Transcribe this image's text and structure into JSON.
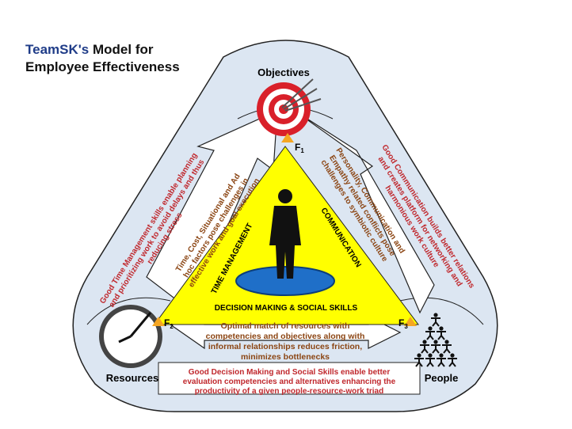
{
  "title": {
    "brand": "TeamSK's",
    "line1_rest": " Model for",
    "line2": "Employee Effectiveness"
  },
  "nodes": {
    "objectives": "Objectives",
    "resources": "Resources",
    "people": "People"
  },
  "factors": {
    "f1": "F",
    "f1_sub": "1",
    "f2": "F",
    "f2_sub": "2",
    "f3": "F",
    "f3_sub": "3"
  },
  "inner_labels": {
    "time_management": "TIME MANAGEMENT",
    "communication": "COMMUNICATION",
    "decision_making": "DECISION MAKING & SOCIAL SKILLS"
  },
  "left_outer": [
    "Good Time Management skills enable planning",
    "and prioritizing work to avoid delays and thus",
    "reducing stress"
  ],
  "left_inner": [
    "Time, Cost, Situational and Ad",
    "hoc factors pose challenges in",
    "effective work and goal execution"
  ],
  "right_outer": [
    "Good Communication builds better relations",
    "and creates platform for networking and",
    "harmonious work culture"
  ],
  "right_inner": [
    "Personality, Communication and",
    "Empathy related conflicts pose",
    "challenges to symbiotic culture"
  ],
  "bottom_inner": [
    "Optimal match of resources with",
    "competencies and objectives along with",
    "informal relationships reduces friction,",
    "minimizes bottlenecks"
  ],
  "bottom_outer": [
    "Good Decision Making and Social Skills  enable better",
    "evaluation competencies and alternatives enhancing the",
    "productivity of a given people-resource-work triad"
  ],
  "colors": {
    "brand": "#1f3c88",
    "outer_fill": "#dce6f2",
    "yellow": "#ffff00",
    "red_text": "#c0282d",
    "brown_text": "#8b4513",
    "factor_triangle": "#f5a623"
  }
}
